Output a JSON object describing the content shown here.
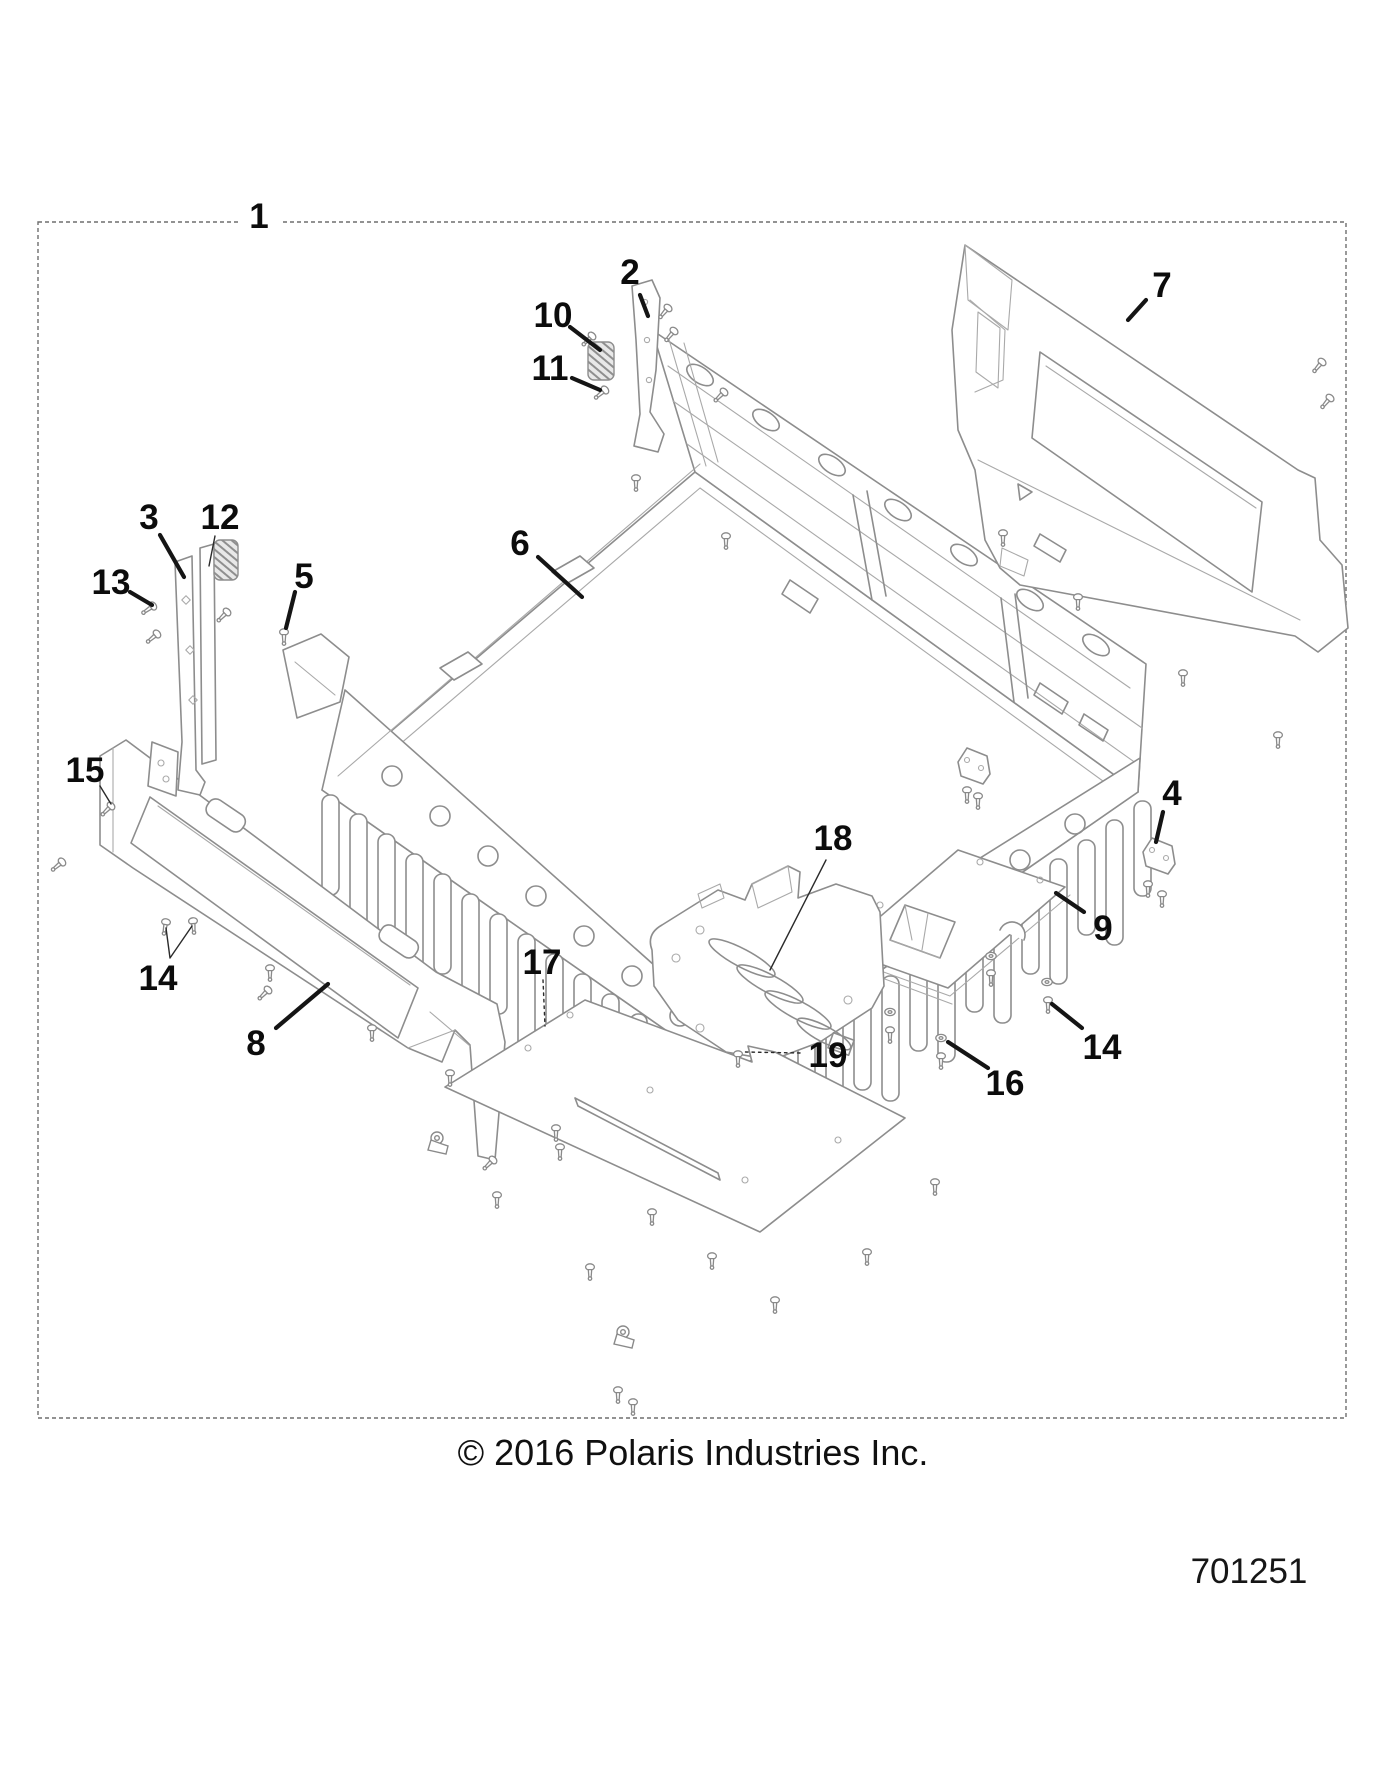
{
  "figure": {
    "copyright": "© 2016 Polaris Industries Inc.",
    "doc_number": "701251"
  },
  "callouts": {
    "c1": "1",
    "c2": "2",
    "c3": "3",
    "c4": "4",
    "c5": "5",
    "c6": "6",
    "c7": "7",
    "c8": "8",
    "c9": "9",
    "c10": "10",
    "c11": "11",
    "c12": "12",
    "c13": "13",
    "c14a": "14",
    "c14b": "14",
    "c15": "15",
    "c16": "16",
    "c17": "17",
    "c18": "18",
    "c19": "19"
  },
  "colors": {
    "drawing_line": "#8d8d8d",
    "label_text": "#0c0c0c",
    "border": "#6e6e6e",
    "background": "#ffffff"
  }
}
